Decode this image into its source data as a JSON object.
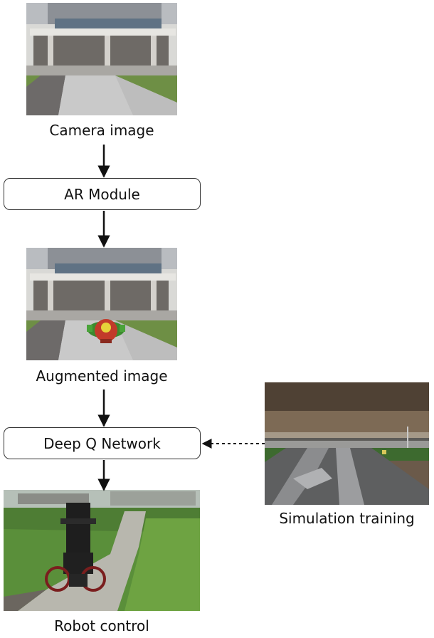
{
  "captions": {
    "camera": "Camera image",
    "augmented": "Augmented image",
    "simulation": "Simulation training",
    "robot": "Robot control"
  },
  "modules": {
    "ar": "AR Module",
    "dqn": "Deep Q Network"
  },
  "images": {
    "camera": "campus-building-photo",
    "augmented": "campus-building-photo-with-virtual-object",
    "simulation": "simulated-road-scene",
    "robot": "wheelchair-robot-on-path-photo"
  }
}
